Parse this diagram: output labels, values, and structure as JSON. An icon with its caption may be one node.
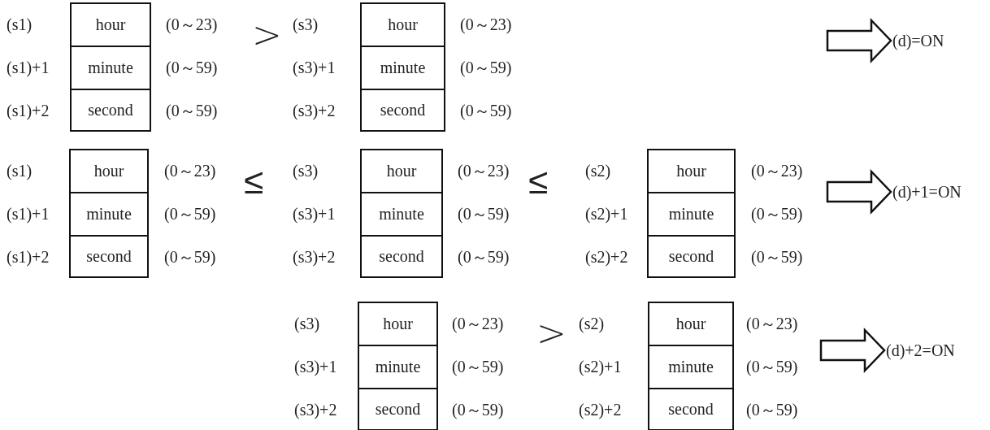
{
  "diagram": {
    "nodes": [
      {
        "text": [
          "hour"
        ],
        "beside": [
          "(s1)",
          "(0～23)"
        ]
      },
      {
        "text": [
          "minute"
        ],
        "beside": [
          "(s1)+1",
          "(0～59)"
        ]
      },
      {
        "text": [
          "second"
        ],
        "beside": [
          "(s1)+2",
          "(0～59)"
        ]
      },
      {
        "text": [
          "hour"
        ],
        "beside": [
          "(s3)",
          "(0～23)"
        ]
      },
      {
        "text": [
          "minute"
        ],
        "beside": [
          "(s3)+1",
          "(0～59)"
        ]
      },
      {
        "text": [
          "second"
        ],
        "beside": [
          "(s3)+2",
          "(0～59)"
        ]
      },
      {
        "text": [
          "(d)=ON"
        ]
      },
      {
        "text": [
          "hour"
        ],
        "beside": [
          "(s1)",
          "(0～23)"
        ]
      },
      {
        "text": [
          "minute"
        ],
        "beside": [
          "(s1)+1",
          "(0～59)"
        ]
      },
      {
        "text": [
          "second"
        ],
        "beside": [
          "(s1)+2",
          "(0～59)"
        ]
      },
      {
        "text": [
          "hour"
        ],
        "beside": [
          "(s3)",
          "(0～23)"
        ]
      },
      {
        "text": [
          "minute"
        ],
        "beside": [
          "(s3)+1",
          "(0～59)"
        ]
      },
      {
        "text": [
          "second"
        ],
        "beside": [
          "(s3)+2",
          "(0～59)"
        ]
      },
      {
        "text": [
          "hour"
        ],
        "beside": [
          "(s2)",
          "(0～23)"
        ]
      },
      {
        "text": [
          "minute"
        ],
        "beside": [
          "(s2)+1",
          "(0～59)"
        ]
      },
      {
        "text": [
          "second"
        ],
        "beside": [
          "(s2)+2",
          "(0～59)"
        ]
      },
      {
        "text": [
          "(d)+1=ON"
        ]
      },
      {
        "text": [
          "hour"
        ],
        "beside": [
          "(s3)",
          "(0～23)"
        ]
      },
      {
        "text": [
          "minute"
        ],
        "beside": [
          "(s3)+1",
          "(0～59)"
        ]
      },
      {
        "text": [
          "second"
        ],
        "beside": [
          "(s3)+2",
          "(0～59)"
        ]
      },
      {
        "text": [
          "hour"
        ],
        "beside": [
          "(s2)",
          "(0～23)"
        ]
      },
      {
        "text": [
          "minute"
        ],
        "beside": [
          "(s2)+1",
          "(0～59)"
        ]
      },
      {
        "text": [
          "second"
        ],
        "beside": [
          "(s2)+2",
          "(0～59)"
        ]
      },
      {
        "text": [
          "(d)+2=ON"
        ]
      }
    ],
    "edges": [
      {
        "from": null,
        "to": 6,
        "arrow": "to"
      },
      {
        "from": null,
        "to": 16,
        "arrow": "to"
      },
      {
        "from": null,
        "to": 23,
        "arrow": "to"
      }
    ],
    "labels": [
      ">",
      "≤",
      "≤",
      ">"
    ]
  }
}
